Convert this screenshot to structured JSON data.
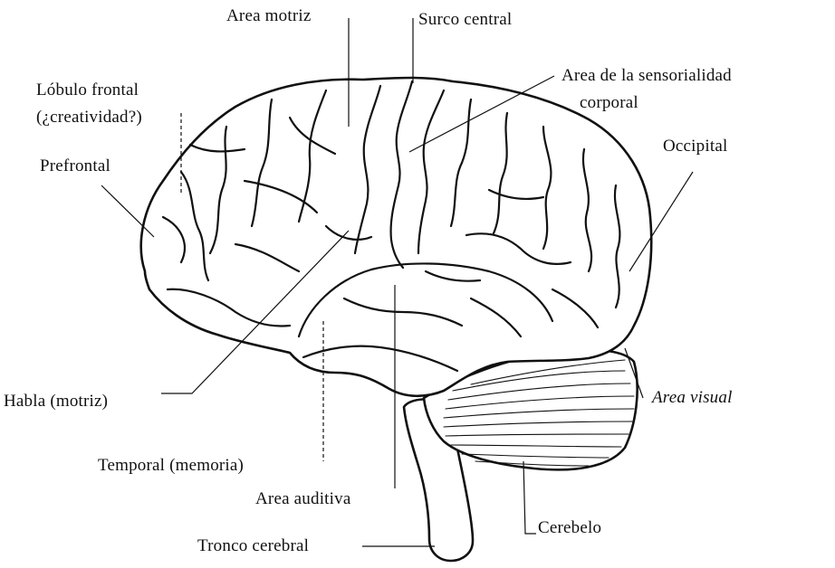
{
  "labels": {
    "area_motriz": "Area motriz",
    "surco_central": "Surco central",
    "sensorialidad_1": "Area de la sensorialidad",
    "sensorialidad_2": "corporal",
    "lobulo_frontal_1": "Lóbulo frontal",
    "lobulo_frontal_2": "(¿creatividad?)",
    "prefrontal": "Prefrontal",
    "occipital": "Occipital",
    "habla": "Habla (motriz)",
    "area_visual": "Area visual",
    "temporal": "Temporal (memoria)",
    "area_auditiva": "Area auditiva",
    "cerebelo": "Cerebelo",
    "tronco": "Tronco cerebral"
  }
}
